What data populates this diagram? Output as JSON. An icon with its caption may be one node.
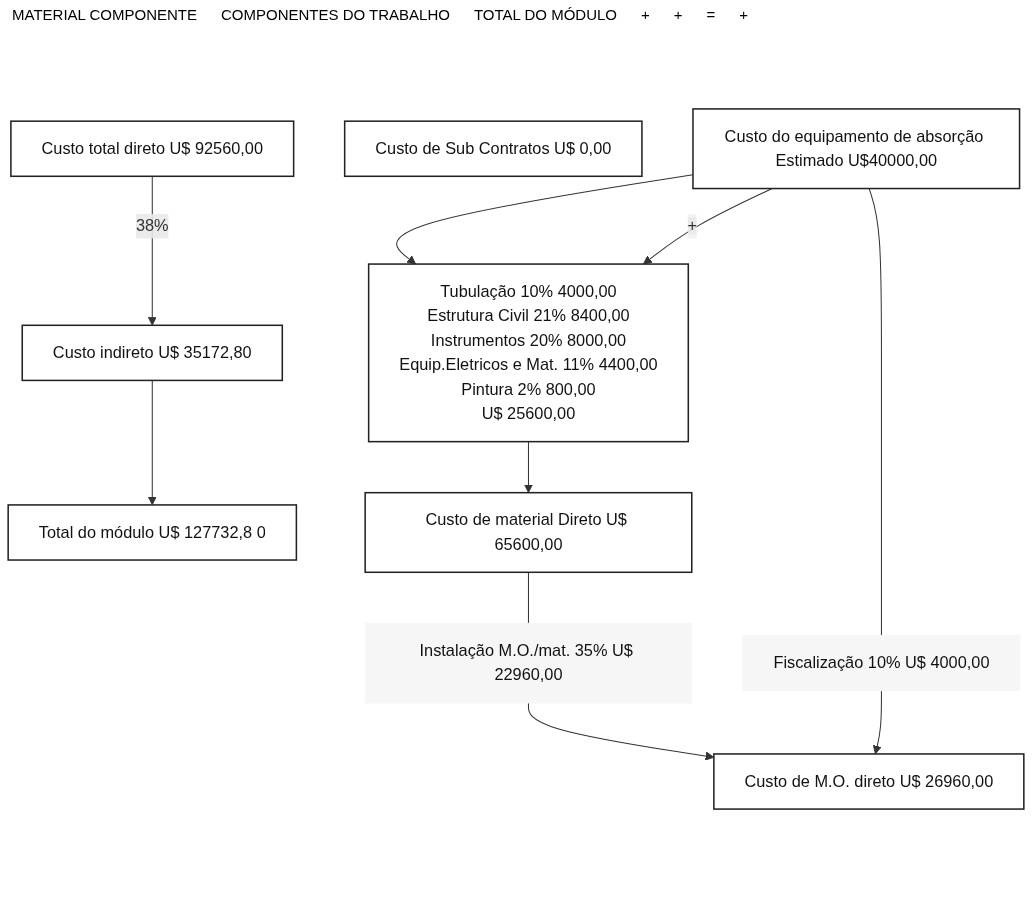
{
  "diagram": {
    "nodes": [
      {
        "text": [
          "Custo do equipamento de absorção Estimado U$40000,00"
        ]
      },
      {
        "text": [
          "Fiscalização 10% U$ 4000,00"
        ]
      },
      {
        "text": [
          "Tubulação 10% 4000,00",
          "Estrutura Civil 21% 8400,00",
          "Instrumentos 20% 8000,00",
          "Equip.Eletricos e Mat. 11% 4400,00",
          "Pintura 2% 800,00",
          "U$ 25600,00"
        ]
      },
      {
        "text": [
          "Instalação M.O./mat. 35% U$ 22960,00"
        ]
      },
      {
        "text": [
          "Custo de material Direto U$ 65600,00"
        ]
      },
      {
        "text": [
          "Custo de Sub Contratos U$ 0,00"
        ]
      },
      {
        "text": [
          "Custo de M.O. direto U$ 26960,00"
        ]
      },
      {
        "text": [
          "Custo total direto U$ 92560,00"
        ]
      },
      {
        "text": [
          "Custo indireto U$ 35172,80"
        ]
      },
      {
        "text": [
          "Total do módulo U$ 127732,8 0"
        ]
      }
    ],
    "edges": [
      {
        "from": 0,
        "to": 2,
        "arrow": "to"
      },
      {
        "from": 0,
        "to": 2,
        "arrow": "to",
        "label": "+"
      },
      {
        "from": 0,
        "to": 1,
        "arrow": "none"
      },
      {
        "from": 1,
        "to": 6,
        "arrow": "to"
      },
      {
        "from": 2,
        "to": 4,
        "arrow": "to"
      },
      {
        "from": 4,
        "to": 3,
        "arrow": "none"
      },
      {
        "from": 3,
        "to": 6,
        "arrow": "to"
      },
      {
        "from": 7,
        "to": 8,
        "arrow": "to",
        "label": "38%"
      },
      {
        "from": 8,
        "to": 9,
        "arrow": "to"
      }
    ],
    "labels": [
      "MATERIAL COMPONENTE",
      "COMPONENTES DO TRABALHO",
      "TOTAL DO MÓDULO",
      "+",
      "+",
      "=",
      "+"
    ]
  }
}
